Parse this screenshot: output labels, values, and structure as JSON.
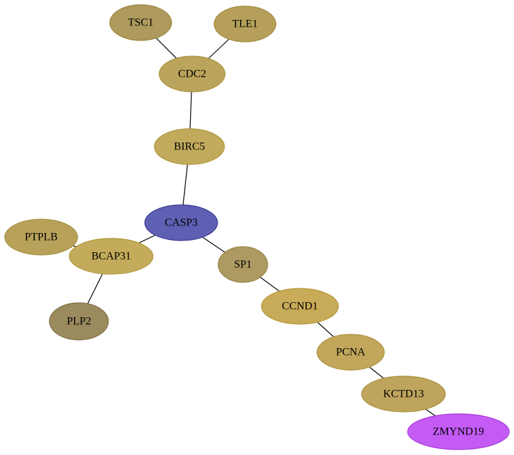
{
  "graph": {
    "nodes": [
      {
        "id": "TSC1",
        "label": "TSC1",
        "fill": "#ad9a5c",
        "stroke": "#9a8640"
      },
      {
        "id": "TLE1",
        "label": "TLE1",
        "fill": "#b59f5a",
        "stroke": "#a38c3c"
      },
      {
        "id": "CDC2",
        "label": "CDC2",
        "fill": "#bba45b",
        "stroke": "#a8913c"
      },
      {
        "id": "BIRC5",
        "label": "BIRC5",
        "fill": "#c2aa5c",
        "stroke": "#ae963c"
      },
      {
        "id": "CASP3",
        "label": "CASP3",
        "fill": "#5f5fb4",
        "stroke": "#3b3b96"
      },
      {
        "id": "PTPLB",
        "label": "PTPLB",
        "fill": "#b8a25a",
        "stroke": "#a48e3c"
      },
      {
        "id": "BCAP31",
        "label": "BCAP31",
        "fill": "#c4ab5b",
        "stroke": "#b0973c"
      },
      {
        "id": "SP1",
        "label": "SP1",
        "fill": "#ad9a62",
        "stroke": "#978445"
      },
      {
        "id": "PLP2",
        "label": "PLP2",
        "fill": "#9a8a5e",
        "stroke": "#7f6f42"
      },
      {
        "id": "CCND1",
        "label": "CCND1",
        "fill": "#c8ab58",
        "stroke": "#b4963a"
      },
      {
        "id": "PCNA",
        "label": "PCNA",
        "fill": "#c1a65b",
        "stroke": "#ad923c"
      },
      {
        "id": "KCTD13",
        "label": "KCTD13",
        "fill": "#bea45c",
        "stroke": "#aa8f3d"
      },
      {
        "id": "ZMYND19",
        "label": "ZMYND19",
        "fill": "#c45bf5",
        "stroke": "#a63bd8"
      }
    ],
    "edges": [
      {
        "source": "TSC1",
        "target": "CDC2"
      },
      {
        "source": "TLE1",
        "target": "CDC2"
      },
      {
        "source": "CDC2",
        "target": "BIRC5"
      },
      {
        "source": "BIRC5",
        "target": "CASP3"
      },
      {
        "source": "CASP3",
        "target": "BCAP31"
      },
      {
        "source": "PTPLB",
        "target": "BCAP31"
      },
      {
        "source": "BCAP31",
        "target": "PLP2"
      },
      {
        "source": "CASP3",
        "target": "SP1"
      },
      {
        "source": "SP1",
        "target": "CCND1"
      },
      {
        "source": "CCND1",
        "target": "PCNA"
      },
      {
        "source": "PCNA",
        "target": "KCTD13"
      },
      {
        "source": "KCTD13",
        "target": "ZMYND19"
      }
    ]
  }
}
